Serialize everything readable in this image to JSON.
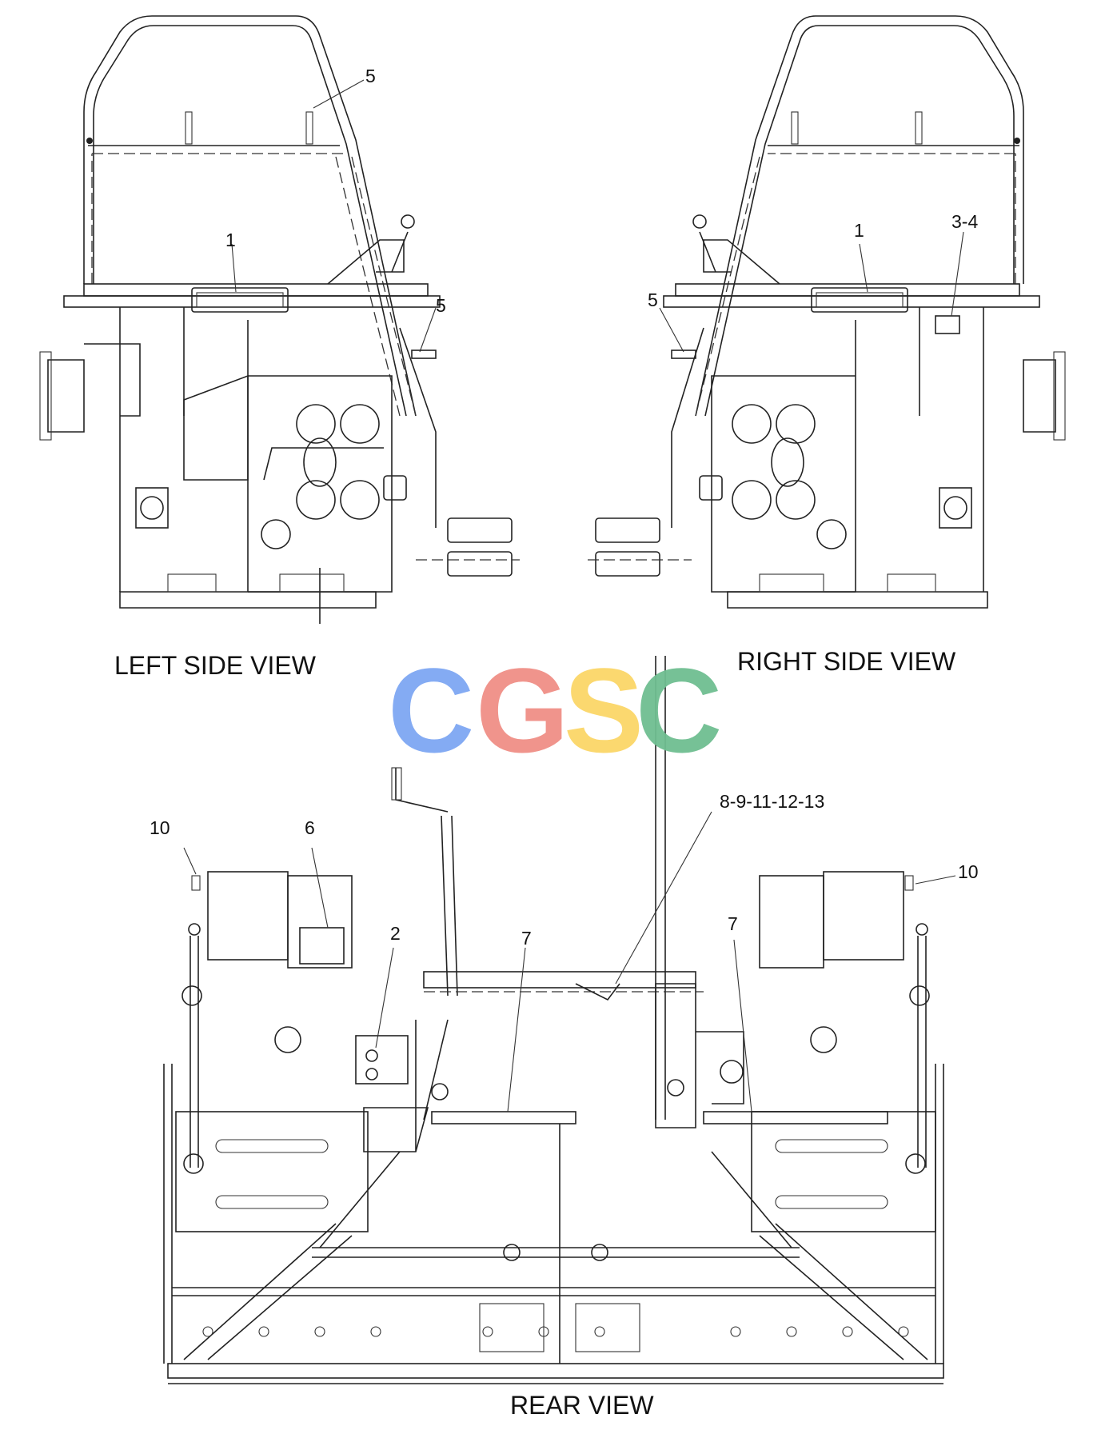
{
  "views": {
    "left": "LEFT SIDE VIEW",
    "right": "RIGHT SIDE VIEW",
    "rear": "REAR VIEW"
  },
  "callouts": {
    "left_1": "1",
    "left_5_top": "5",
    "left_5_mid": "5",
    "right_1": "1",
    "right_34": "3-4",
    "right_5": "5",
    "rear_10_left": "10",
    "rear_6": "6",
    "rear_2": "2",
    "rear_7_mid": "7",
    "rear_multi": "8-9-11-12-13",
    "rear_7_right": "7",
    "rear_10_right": "10"
  },
  "watermark": {
    "letters": [
      "C",
      "G",
      "S",
      "C"
    ],
    "colors": [
      "#7ea7f3",
      "#f08f86",
      "#fbd668",
      "#6fbe91"
    ]
  }
}
